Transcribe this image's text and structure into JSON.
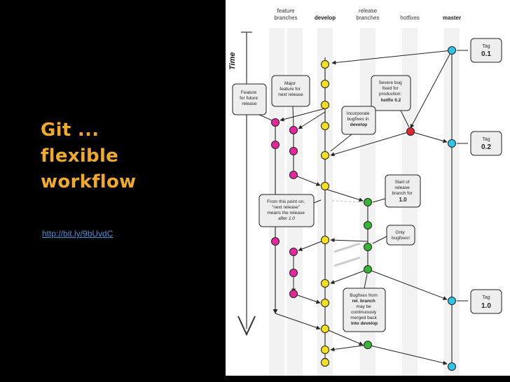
{
  "slide": {
    "title_lines": [
      "Git ...",
      "flexible",
      "workflow"
    ],
    "link": "http://bit.ly/9bUvdC",
    "link_color": "#4f8fd8",
    "title_color": "#f0a928"
  },
  "diagram": {
    "columns": {
      "feature": [
        "feature",
        "branches"
      ],
      "develop": "develop",
      "release": [
        "release",
        "branches"
      ],
      "hotfixes": "hotfixes",
      "master": "master"
    },
    "time_label": "Time",
    "colors": {
      "feature": "#e4279b",
      "develop": "#f4e11c",
      "release": "#35b535",
      "hotfix": "#e2262e",
      "master": "#2fc3e8"
    },
    "notes": {
      "feature_future": [
        "Feature",
        "for future",
        "release"
      ],
      "major_feature": [
        "Major",
        "feature for",
        "next release"
      ],
      "severe_bug": [
        "Severe bug",
        "fixed for",
        "production:",
        "hotfix 0.2"
      ],
      "incorporate": [
        "Incorporate",
        "bugfixes in",
        "develop"
      ],
      "start_release": [
        "Start of",
        "release",
        "branch for",
        "1.0"
      ],
      "from_this_point": [
        "From this point on,",
        "“next release”",
        "means the release",
        "after 1.0"
      ],
      "only_bugfixes": [
        "Only",
        "bugfixes!"
      ],
      "bugfixes_rel": [
        "Bugfixes from",
        "rel. branch",
        "may be",
        "continuously",
        "merged back",
        "into develop"
      ]
    },
    "tags": [
      {
        "label": "Tag",
        "version": "0.1"
      },
      {
        "label": "Tag",
        "version": "0.2"
      },
      {
        "label": "Tag",
        "version": "1.0"
      }
    ]
  }
}
